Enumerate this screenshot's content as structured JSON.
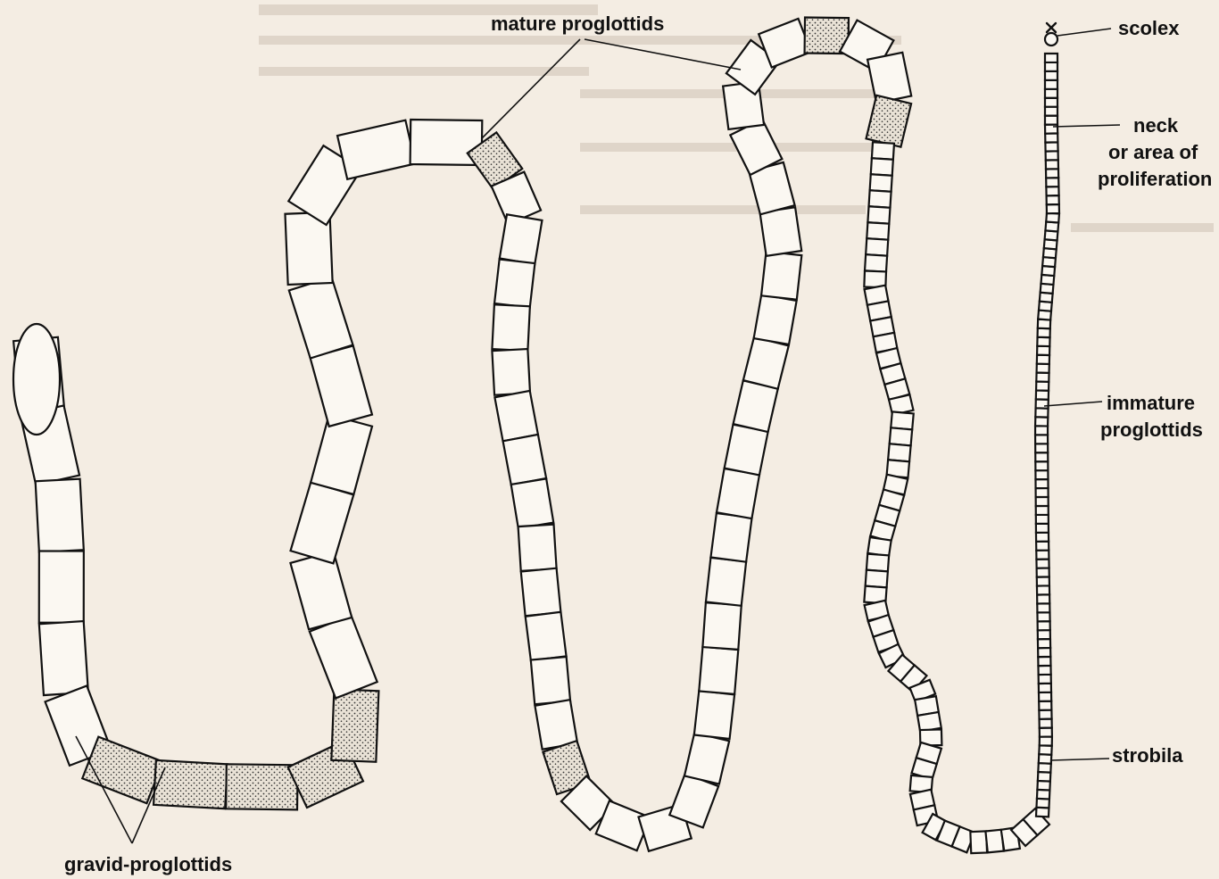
{
  "labels": {
    "mature": "mature proglottids",
    "gravid": "gravid-proglottids",
    "scolex": "scolex",
    "neck_line1": "neck",
    "neck_line2": "or area of",
    "neck_line3": "proliferation",
    "immature_line1": "immature",
    "immature_line2": "proglottids",
    "strobila": "strobila"
  },
  "colors": {
    "background": "#f4ede3",
    "ink": "#111111",
    "segment_fill": "#fbf8f2"
  }
}
